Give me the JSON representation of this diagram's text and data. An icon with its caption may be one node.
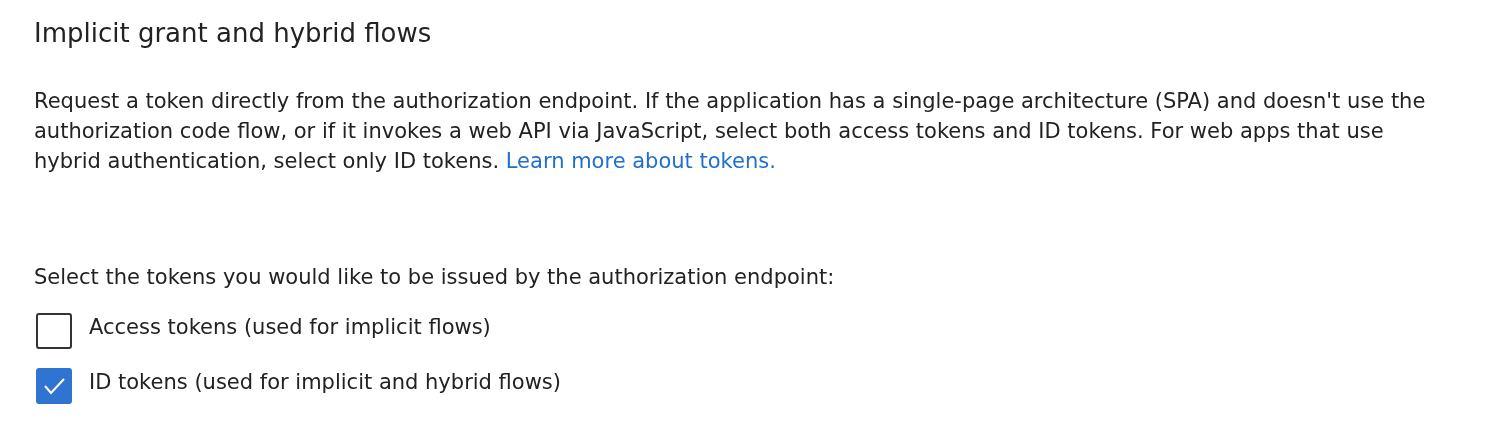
{
  "diagram": {
    "title": "Implicit grant and hybrid flows",
    "labels": [
      "Request a token directly from the authorization endpoint. If the application has a single-page architecture (SPA) and doesn't use the authorization code flow, or if it invokes a web API via JavaScript, select both access tokens and ID tokens. For web apps that use hybrid authentication, select only ID tokens.",
      "Learn more about tokens.",
      "Select the tokens you would like to be issued by the authorization endpoint:",
      "Access tokens (used for implicit flows)",
      "ID tokens (used for implicit and hybrid flows)"
    ]
  }
}
